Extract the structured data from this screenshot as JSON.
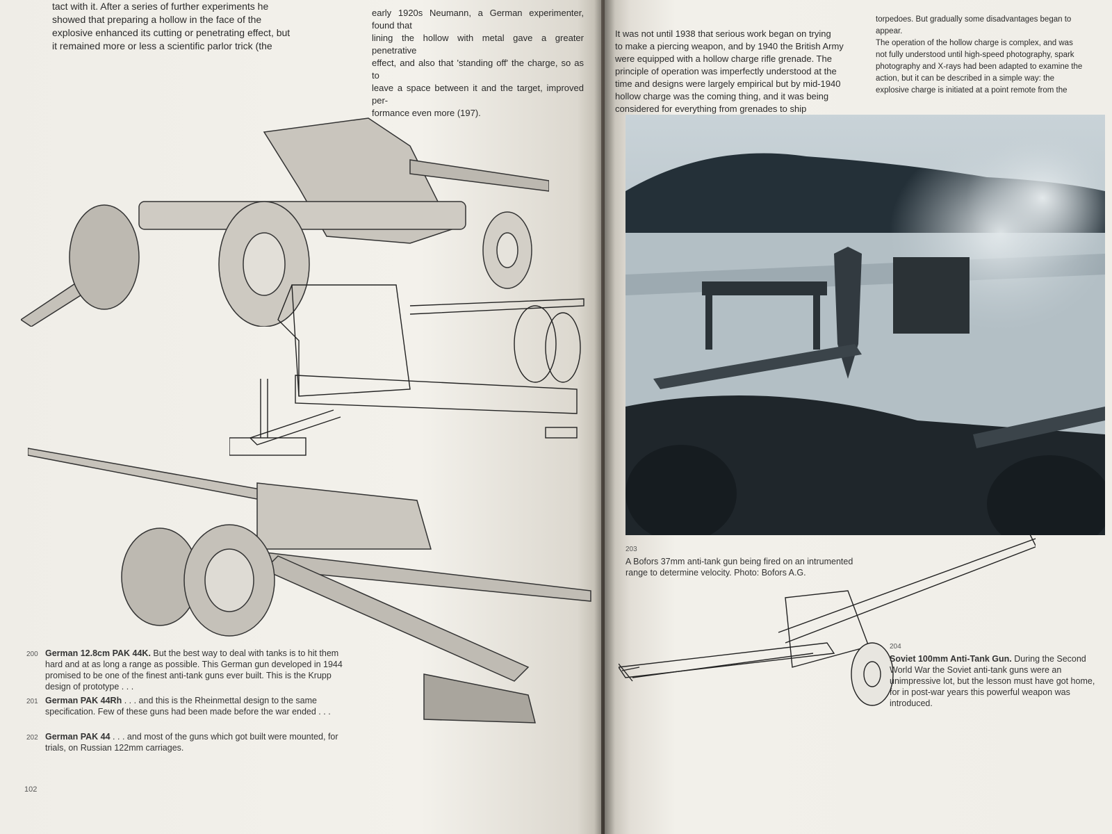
{
  "left_page": {
    "text_top_left": [
      "tact with it. After a series of further experiments he",
      "showed that preparing a hollow in the face of the",
      "explosive enhanced its cutting or penetrating effect, but",
      "it remained more or less a scientific parlor trick (the"
    ],
    "text_top_right": [
      "early 1920s Neumann, a German experimenter, found that",
      "lining the hollow with metal gave a greater penetrative",
      "effect, and also that 'standing off' the charge, so as to",
      "leave a space between it and the target, improved per-",
      "formance even more (197)."
    ],
    "captions": [
      {
        "num": "200",
        "title": "German 12.8cm PAK 44K.",
        "text": "But the best way to deal with tanks is to hit them hard and at as long a range as possible. This German gun developed in 1944 promised to be one of the finest anti-tank guns ever built. This is the Krupp design of prototype . . ."
      },
      {
        "num": "201",
        "title": "German PAK 44Rh",
        "text": ". . . and this is the Rheinmettal design to the same specification. Few of these guns had been made before the war ended . . ."
      },
      {
        "num": "202",
        "title": "German PAK 44",
        "text": ". . . and most of the guns which got built were mounted, for trials, on Russian 122mm carriages."
      }
    ],
    "folio": "102"
  },
  "right_page": {
    "text_col1": [
      "It was not until 1938 that serious work began on trying",
      "to make a piercing weapon, and by 1940 the British Army",
      "were equipped with a hollow charge rifle grenade. The",
      "principle of operation was imperfectly understood at the",
      "time and designs were largely empirical but by mid-1940",
      "hollow charge was the coming thing, and it was being",
      "considered for everything from grenades to ship"
    ],
    "text_col2": [
      "torpedoes. But gradually some disadvantages began to",
      "appear.",
      "The operation of the hollow charge is complex, and was",
      "not fully understood until high-speed photography, spark",
      "photography and X-rays had been adapted to examine the",
      "action, but it can be described in a simple way: the",
      "explosive charge is initiated at a point remote from the"
    ],
    "captions": [
      {
        "num": "203",
        "title": "",
        "text": "A Bofors 37mm anti-tank gun being fired on an intrumented range to determine velocity. Photo: Bofors A.G."
      },
      {
        "num": "204",
        "title": "Soviet 100mm Anti-Tank Gun.",
        "text": "During the Second World War the Soviet anti-tank guns were an unimpressive lot, but the lesson must have got home, for in post-war years this powerful weapon was introduced."
      }
    ]
  }
}
